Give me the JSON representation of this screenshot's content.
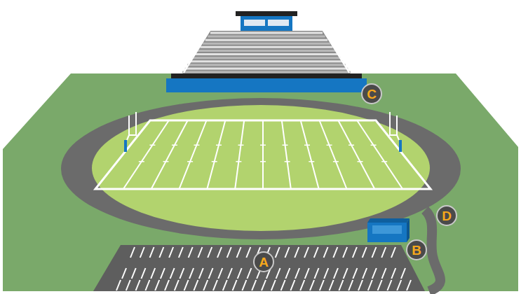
{
  "diagram": {
    "labels": [
      "C",
      "D",
      "B",
      "A"
    ]
  }
}
